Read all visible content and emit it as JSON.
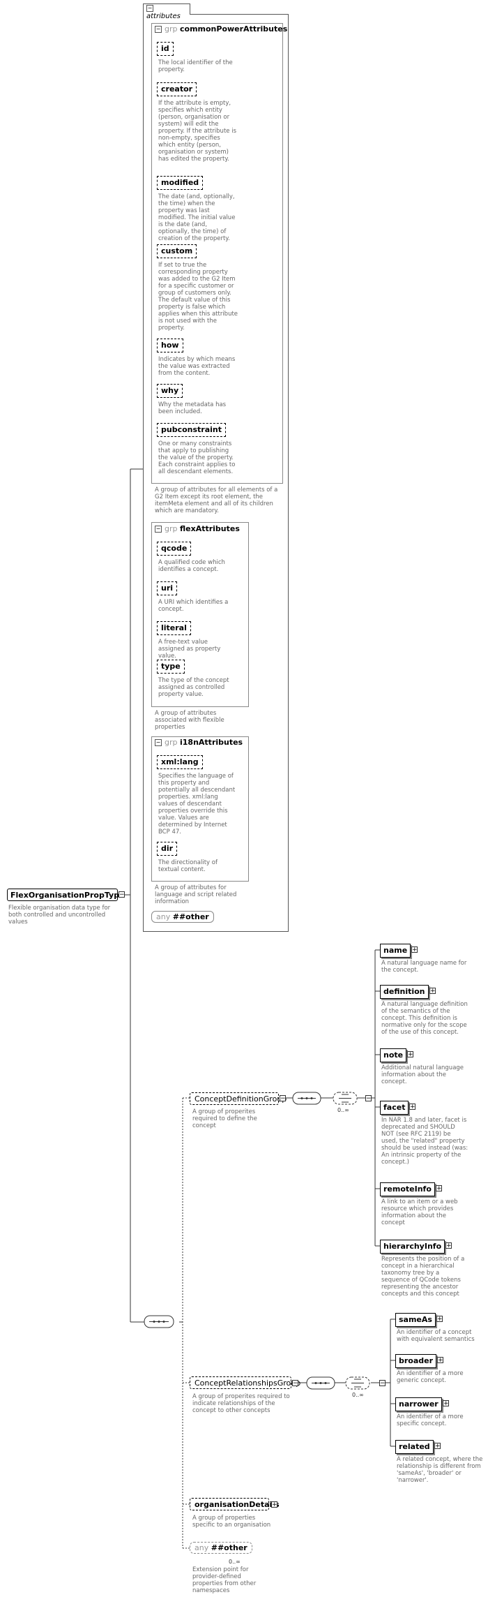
{
  "root": {
    "name": "FlexOrganisationPropType",
    "description": "Flexible organisation data type for both controlled and uncontrolled values"
  },
  "attributes_panel": {
    "title": "attributes"
  },
  "common_power": {
    "keyword": "grp",
    "name": "commonPowerAttributes",
    "description": "A group of attributes for all elements of a G2 Item except its root element, the itemMeta element and all of its children which are mandatory.",
    "attrs": [
      {
        "name": "id",
        "desc": "The local identifier of the property."
      },
      {
        "name": "creator",
        "desc": "If the attribute is empty, specifies which entity (person, organisation or system) will edit the property. If the attribute is non-empty, specifies which entity (person, organisation or system) has edited the property."
      },
      {
        "name": "modified",
        "desc": "The date (and, optionally, the time) when the property was last modified. The initial value is the date (and, optionally, the time) of creation of the property."
      },
      {
        "name": "custom",
        "desc": "If set to true the corresponding property was added to the G2 Item for a specific customer or group of customers only. The default value of this property is false which applies when this attribute is not used with the property."
      },
      {
        "name": "how",
        "desc": "Indicates by which means the value was extracted from the content."
      },
      {
        "name": "why",
        "desc": "Why the metadata has been included."
      },
      {
        "name": "pubconstraint",
        "desc": "One or many constraints that apply to publishing the value of the property. Each constraint applies to all descendant elements."
      }
    ]
  },
  "flex_attrs": {
    "keyword": "grp",
    "name": "flexAttributes",
    "description": "A group of attributes associated with flexible properties",
    "attrs": [
      {
        "name": "qcode",
        "desc": "A qualified code which identifies a concept."
      },
      {
        "name": "uri",
        "desc": "A URI which identifies a concept."
      },
      {
        "name": "literal",
        "desc": "A free-text value assigned as property value."
      },
      {
        "name": "type",
        "desc": "The type of the concept assigned as controlled property value."
      }
    ]
  },
  "i18n_attrs": {
    "keyword": "grp",
    "name": "i18nAttributes",
    "description": "A group of attributes for language and script related information",
    "attrs": [
      {
        "name": "xml:lang",
        "desc": "Specifies the language of this property and potentially all descendant properties. xml:lang values of descendant properties override this value. Values are determined by Internet BCP 47."
      },
      {
        "name": "dir",
        "desc": "The directionality of textual content."
      }
    ]
  },
  "any_other_attr": {
    "keyword": "any",
    "name": "##other"
  },
  "concept_def": {
    "name": "ConceptDefinitionGroup",
    "description": "A group of properites required to define the concept",
    "cardinality": "0..∞",
    "elements": [
      {
        "name": "name",
        "desc": "A natural language name for the concept."
      },
      {
        "name": "definition",
        "desc": "A natural language definition of the semantics of the concept. This definition is normative only for the scope of the use of this concept."
      },
      {
        "name": "note",
        "desc": "Additional natural language information about the concept."
      },
      {
        "name": "facet",
        "desc": "In NAR 1.8 and later, facet is deprecated and SHOULD NOT (see RFC 2119) be used, the \"related\" property should be used instead (was: An intrinsic property of the concept.)"
      },
      {
        "name": "remoteInfo",
        "desc": "A link to an item or a web resource which provides information about the concept"
      },
      {
        "name": "hierarchyInfo",
        "desc": "Represents the position of a concept in a hierarchical taxonomy tree by a sequence of QCode tokens representing the ancestor concepts and this concept"
      }
    ]
  },
  "concept_rel": {
    "name": "ConceptRelationshipsGroup",
    "description": "A group of properites required to indicate relationships of the concept to other concepts",
    "cardinality": "0..∞",
    "elements": [
      {
        "name": "sameAs",
        "desc": "An identifier of a concept with equivalent semantics"
      },
      {
        "name": "broader",
        "desc": "An identifier of a more generic concept."
      },
      {
        "name": "narrower",
        "desc": "An identifier of a more specific concept."
      },
      {
        "name": "related",
        "desc": "A related concept, where the relationship is different from 'sameAs', 'broader' or 'narrower'."
      }
    ]
  },
  "org_details": {
    "name": "organisationDetails",
    "description": "A group of properties specific to an organisation"
  },
  "any_other_el": {
    "keyword": "any",
    "name": "##other",
    "cardinality": "0..∞",
    "description": "Extension point for provider-defined properties from other namespaces"
  }
}
